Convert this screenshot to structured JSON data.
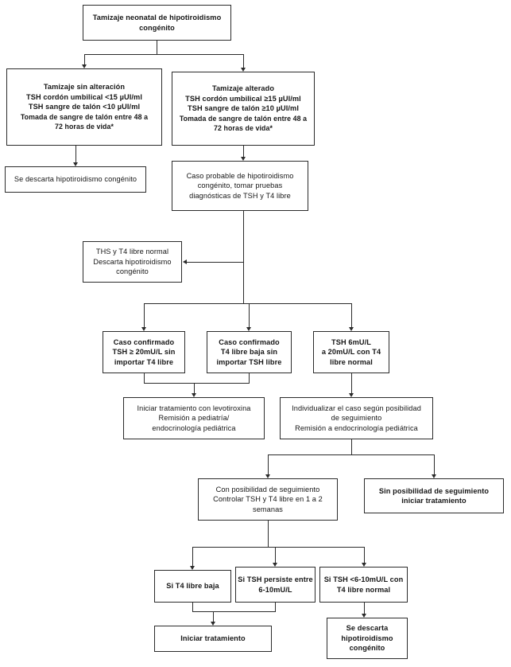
{
  "diagram": {
    "type": "flowchart",
    "title_node": "n1",
    "nodes": [
      {
        "id": "n1",
        "name": "node-tamizaje-neonatal",
        "lines": [
          "Tamizaje neonatal de hipotiroidismo",
          "congénito"
        ],
        "bold": true
      },
      {
        "id": "n2",
        "name": "node-tamizaje-sin-alteracion",
        "lines": [
          "Tamizaje sin alteración",
          "TSH cordón umbilical  <15 µUI/ml",
          "TSH sangre de talón <10 µUI/ml",
          "Tomada de sangre de talón entre 48 a",
          "72 horas de vida*"
        ],
        "bold": true
      },
      {
        "id": "n3",
        "name": "node-tamizaje-alterado",
        "lines": [
          "Tamizaje  alterado",
          "TSH cordón umbilical  ≥15 µUI/ml",
          "TSH sangre de talón ≥10 µUI/ml",
          "Tomada de sangre de talón entre 48 a",
          "72 horas de vida*"
        ],
        "bold": true
      },
      {
        "id": "n4",
        "name": "node-se-descarta-hipotiroidismo",
        "lines": [
          "Se descarta hipotiroidismo congénito"
        ],
        "bold": false
      },
      {
        "id": "n5",
        "name": "node-caso-probable",
        "lines": [
          "Caso probable de hipotiroidismo",
          "congénito, tomar pruebas",
          "diagnósticas de TSH y T4 libre"
        ],
        "bold": false
      },
      {
        "id": "n6",
        "name": "node-tsh-t4-normal",
        "lines": [
          "THS y T4 libre normal",
          "Descarta hipotiroidismo",
          "congénito"
        ],
        "bold": false
      },
      {
        "id": "n7",
        "name": "node-caso-confirmado-tsh",
        "lines": [
          "Caso confirmado",
          "TSH ≥ 20mU/L sin",
          "importar T4 libre"
        ],
        "bold": true
      },
      {
        "id": "n8",
        "name": "node-caso-confirmado-t4",
        "lines": [
          "Caso confirmado",
          "T4 libre baja sin",
          "importar TSH libre"
        ],
        "bold": true
      },
      {
        "id": "n9",
        "name": "node-tsh-6-20",
        "lines": [
          "TSH  6mU/L",
          "a 20mU/L con T4",
          "libre normal"
        ],
        "bold": true
      },
      {
        "id": "n10",
        "name": "node-iniciar-tratamiento-levotiroxina",
        "lines": [
          "Iniciar tratamiento con levotiroxina",
          "Remisión a pediatría/",
          "endocrinología pediátrica"
        ],
        "bold": false
      },
      {
        "id": "n11",
        "name": "node-individualizar-caso",
        "lines": [
          "Individualizar el caso según posibilidad",
          "de seguimiento",
          "Remisión a endocrinología pediátrica"
        ],
        "bold": false
      },
      {
        "id": "n12",
        "name": "node-con-posibilidad-seguimiento",
        "lines": [
          "Con posibilidad de seguimiento",
          "Controlar TSH y T4 libre en 1 a 2",
          "semanas"
        ],
        "bold": false
      },
      {
        "id": "n13",
        "name": "node-sin-posibilidad-seguimiento",
        "lines": [
          "Sin posibilidad de seguimiento",
          "iniciar tratamiento"
        ],
        "bold": true
      },
      {
        "id": "n14",
        "name": "node-si-t4-libre-baja",
        "lines": [
          "Si T4 libre baja"
        ],
        "bold": true
      },
      {
        "id": "n15",
        "name": "node-si-tsh-persiste",
        "lines": [
          "Si TSH persiste entre",
          "6-10mU/L"
        ],
        "bold": true
      },
      {
        "id": "n16",
        "name": "node-si-tsh-menor-6-10",
        "lines": [
          "Si TSH  <6-10mU/L con",
          "T4 libre normal"
        ],
        "bold": true
      },
      {
        "id": "n17",
        "name": "node-iniciar-tratamiento",
        "lines": [
          "Iniciar tratamiento"
        ],
        "bold": true
      },
      {
        "id": "n18",
        "name": "node-se-descarta-hipotiroidismo-final",
        "lines": [
          "Se descarta",
          "hipotiroidismo",
          "congénito"
        ],
        "bold": true
      }
    ]
  }
}
